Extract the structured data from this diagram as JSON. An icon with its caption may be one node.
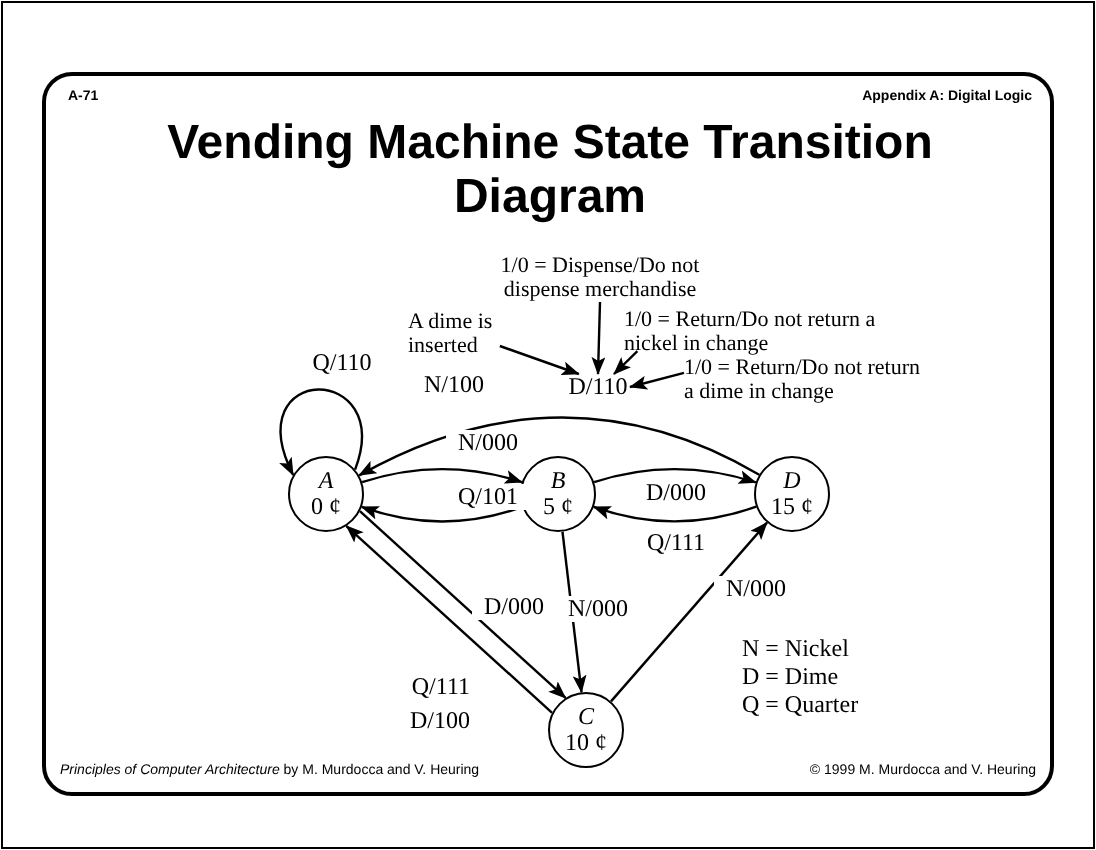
{
  "diagram": {
    "title": "Vending Machine State Transition Diagram",
    "nodes": [
      {
        "text": [
          "1/0 = Dispense/Do not dispense merchandise"
        ]
      },
      {
        "text": [
          "A dime is inserted"
        ]
      },
      {
        "text": [
          "1/0 = Return/Do not return a nickel in change"
        ]
      },
      {
        "text": [
          "D/110"
        ]
      },
      {
        "text": [
          "1/0 = Return/Do not return a dime in change"
        ]
      },
      {
        "text": [
          "A",
          "0 ¢"
        ]
      },
      {
        "text": [
          "B",
          "5 ¢"
        ]
      },
      {
        "text": [
          "D",
          "15 ¢"
        ]
      },
      {
        "text": [
          "C",
          "10 ¢"
        ]
      }
    ],
    "edges": [
      {
        "from": 0,
        "to": 3,
        "arrow": "to"
      },
      {
        "from": 1,
        "to": 3,
        "arrow": "to"
      },
      {
        "from": 2,
        "to": 3,
        "arrow": "to"
      },
      {
        "from": 4,
        "to": 3,
        "arrow": "to"
      },
      {
        "from": 5,
        "to": 5,
        "arrow": "to",
        "label": "Q/110"
      },
      {
        "from": 7,
        "to": 5,
        "arrow": "to",
        "label": "N/100"
      },
      {
        "from": 5,
        "to": 6,
        "arrow": "to",
        "label": "N/000"
      },
      {
        "from": 6,
        "to": 5,
        "arrow": "to",
        "label": "Q/101"
      },
      {
        "from": 6,
        "to": 7,
        "arrow": "to",
        "label": "D/000"
      },
      {
        "from": 7,
        "to": 6,
        "arrow": "to",
        "label": "Q/111"
      },
      {
        "from": 6,
        "to": 8,
        "arrow": "to",
        "label": "N/000"
      },
      {
        "from": 8,
        "to": 7,
        "arrow": "to",
        "label": "N/000"
      },
      {
        "from": 5,
        "to": 8,
        "arrow": "to",
        "label": "D/000"
      },
      {
        "from": 8,
        "to": 5,
        "arrow": "to",
        "label": "Q/111 D/100"
      }
    ],
    "labels": [
      "A-71",
      "Appendix A: Digital Logic",
      "N = Nickel",
      "D = Dime",
      "Q = Quarter",
      "*Principles of Computer Architecture* by M. Murdocca and V. Heuring",
      "© 1999 M. Murdocca and V. Heuring"
    ]
  }
}
